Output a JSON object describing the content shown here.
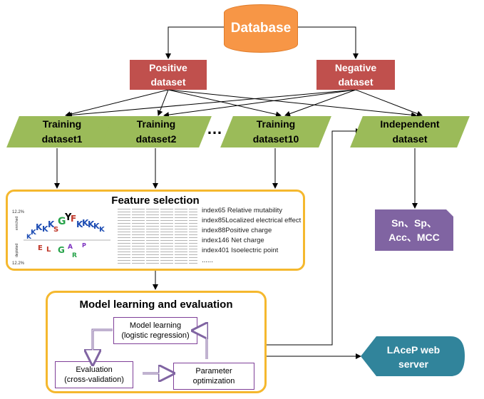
{
  "database": "Database",
  "positive": [
    "Positive",
    "dataset"
  ],
  "negative": [
    "Negative",
    "dataset"
  ],
  "training": [
    [
      "Training",
      "dataset1"
    ],
    [
      "Training",
      "dataset2"
    ],
    [
      "Training",
      "dataset10"
    ]
  ],
  "ellipsis": "…",
  "independent": [
    "Independent",
    "dataset"
  ],
  "feature": {
    "title": "Feature selection",
    "items": [
      "index65 Relative mutability",
      "index85Localized electrical effect",
      "index88Positive charge",
      "index146 Net charge",
      "index401 Isoelectric point",
      "......"
    ],
    "logo_axis_top": "12.2%",
    "logo_axis_bottom": "12.2%",
    "logo_label_enriched": "enriched",
    "logo_label_depleted": "depleted"
  },
  "model": {
    "title": "Model learning and evaluation",
    "learning": [
      "Model learning",
      "(logistic regression)"
    ],
    "evaluation": [
      "Evaluation",
      "(cross-validation)"
    ],
    "param": [
      "Parameter",
      "optimization"
    ]
  },
  "metrics": [
    "Sn、Sp、",
    "Acc、MCC"
  ],
  "server": [
    "LAceP web",
    "server"
  ],
  "colors": {
    "database": "#f79646",
    "dataset": "#c0504d",
    "training": "#9bbb59",
    "metrics": "#8064a2",
    "server": "#31849b",
    "box_border": "#f5b82e",
    "inner_arrow": "#8064a2"
  }
}
